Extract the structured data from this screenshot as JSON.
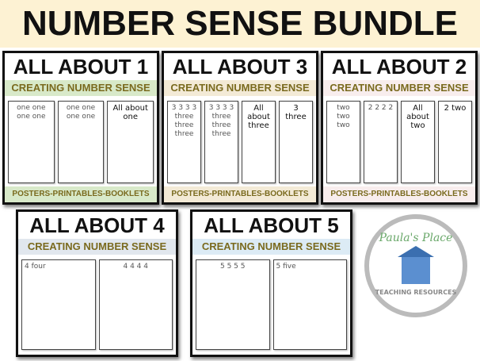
{
  "title": "NUMBER SENSE BUNDLE",
  "logo": {
    "name": "Paula's Place",
    "tagline": "TEACHING RESOURCES"
  },
  "cards": [
    {
      "title": "ALL ABOUT 1",
      "subtitle": "CREATING NUMBER SENSE",
      "footer": "POSTERS-PRINTABLES-BOOKLETS",
      "sheets": [
        "one one one one",
        "one one one one",
        "All about one"
      ],
      "color": "#d8e9c9"
    },
    {
      "title": "ALL ABOUT 2",
      "subtitle": "CREATING NUMBER SENSE",
      "footer": "POSTERS-PRINTABLES-BOOKLETS",
      "sheets": [
        "two two two",
        "2 2 2 2",
        "All about two",
        "2 two"
      ],
      "color": "#f8eded"
    },
    {
      "title": "ALL ABOUT 3",
      "subtitle": "CREATING NUMBER SENSE",
      "footer": "POSTERS-PRINTABLES-BOOKLETS",
      "sheets": [
        "3 3 3 3 three three three",
        "3 3 3 3 three three three",
        "All about three",
        "3 three"
      ],
      "color": "#f3ead6"
    },
    {
      "title": "ALL ABOUT 4",
      "subtitle": "CREATING NUMBER SENSE",
      "sheets": [
        "4 four",
        "4 4 4 4"
      ],
      "color": "#e1e7ee"
    },
    {
      "title": "ALL ABOUT 5",
      "subtitle": "CREATING NUMBER SENSE",
      "sheets": [
        "5 5 5 5",
        "5 five"
      ],
      "color": "#dcebf5"
    }
  ]
}
